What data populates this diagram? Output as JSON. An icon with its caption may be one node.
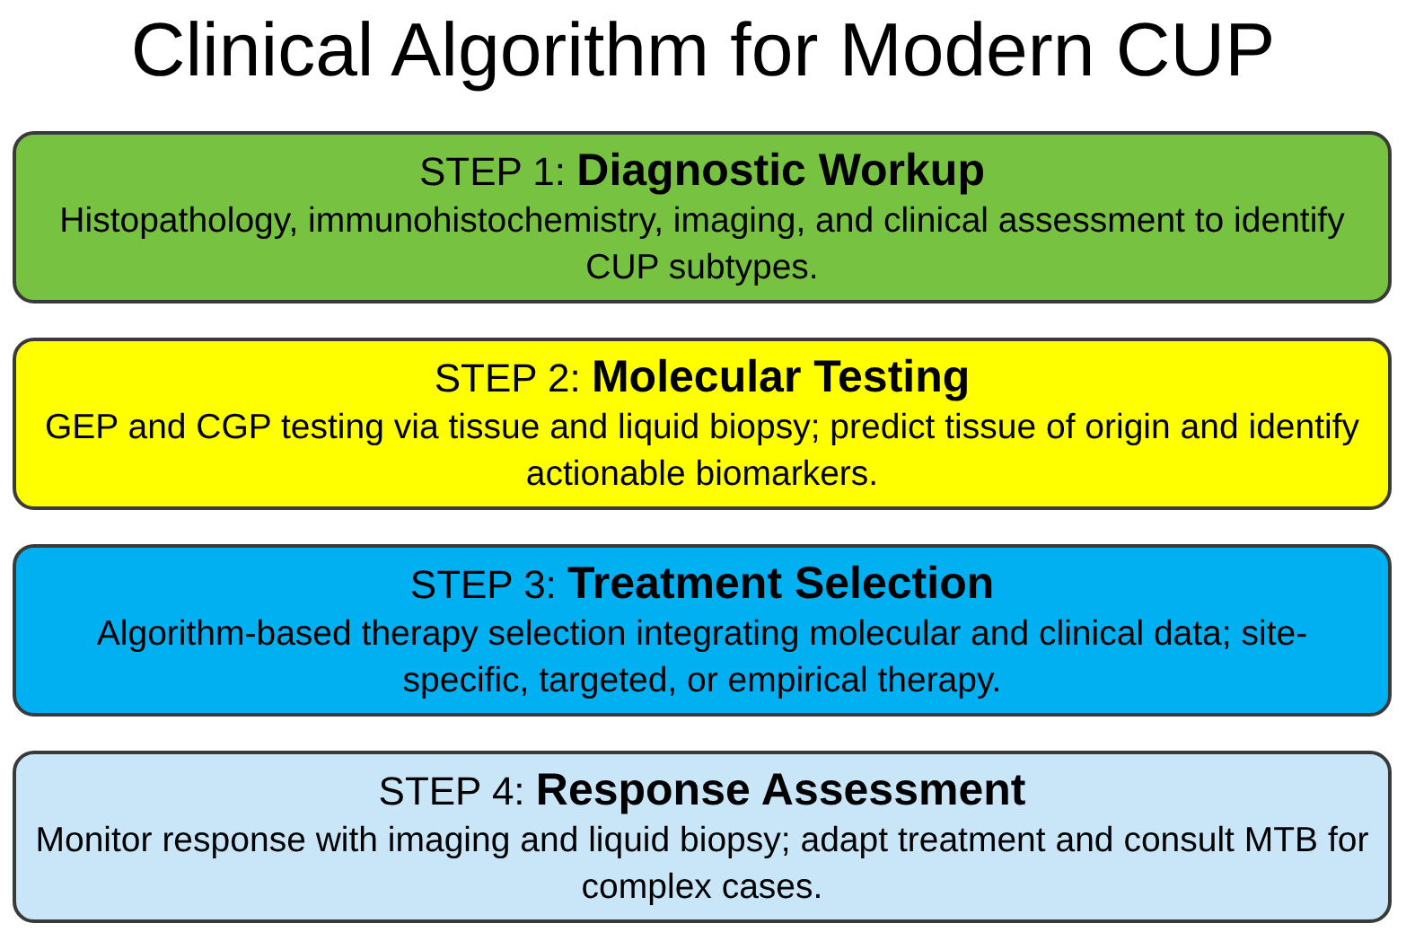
{
  "diagram": {
    "title": "Clinical Algorithm for Modern CUP",
    "nodes": [
      {
        "text": [
          "STEP 1: **Diagnostic Workup**",
          "Histopathology, immunohistochemistry, imaging, and clinical assessment to identify CUP subtypes."
        ]
      },
      {
        "text": [
          "STEP 2: **Molecular Testing**",
          "GEP and CGP testing via tissue and liquid biopsy; predict tissue of origin and identify actionable biomarkers."
        ]
      },
      {
        "text": [
          "STEP 3: **Treatment Selection**",
          "Algorithm-based therapy selection integrating molecular and clinical data; site-specific, targeted, or empirical therapy."
        ]
      },
      {
        "text": [
          "STEP 4: **Response Assessment**",
          "Monitor response with imaging and liquid biopsy; adapt treatment and consult MTB for complex cases."
        ]
      }
    ],
    "edges": []
  }
}
